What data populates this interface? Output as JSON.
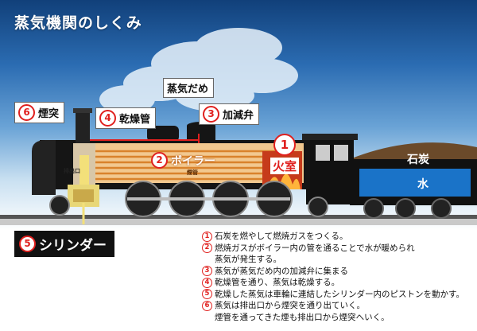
{
  "title": "蒸気機関のしくみ",
  "labels": {
    "chimney": {
      "num": "6",
      "text": "煙突"
    },
    "dryer": {
      "num": "4",
      "text": "乾燥管"
    },
    "dome": {
      "text": "蒸気だめ"
    },
    "throttle": {
      "num": "3",
      "text": "加減弁"
    },
    "boiler": {
      "num": "2",
      "text": "ボイラー"
    },
    "firebox": {
      "num": "1",
      "text": "火室"
    },
    "cylinder": {
      "num": "5",
      "text": "シリンダー"
    },
    "coal": "石炭",
    "water": "水",
    "exhaust": "排出口",
    "smoke_tube": "煙管"
  },
  "notes": [
    {
      "num": "1",
      "text": "石炭を燃やして燃焼ガスをつくる。"
    },
    {
      "num": "2",
      "text": "燃焼ガスがボイラー内の管を通ることで水が暖められ"
    },
    {
      "num": "",
      "text": "蒸気が発生する。"
    },
    {
      "num": "3",
      "text": "蒸気が蒸気だめ内の加減弁に集まる"
    },
    {
      "num": "4",
      "text": "乾燥管を通り、蒸気は乾燥する。"
    },
    {
      "num": "5",
      "text": "乾燥した蒸気は車輪に連結したシリンダー内のピストンを動かす。"
    },
    {
      "num": "6",
      "text": "蒸気は排出口から煙突を通り出ていく。"
    },
    {
      "num": "",
      "text": "煙管を通ってきた煙も排出口から煙突へいく。"
    }
  ],
  "colors": {
    "accent_red": "#e0201e",
    "water_blue": "#1a73c8",
    "coal_brown": "#6b4a2a",
    "boiler_orange": "#e8a75a"
  }
}
